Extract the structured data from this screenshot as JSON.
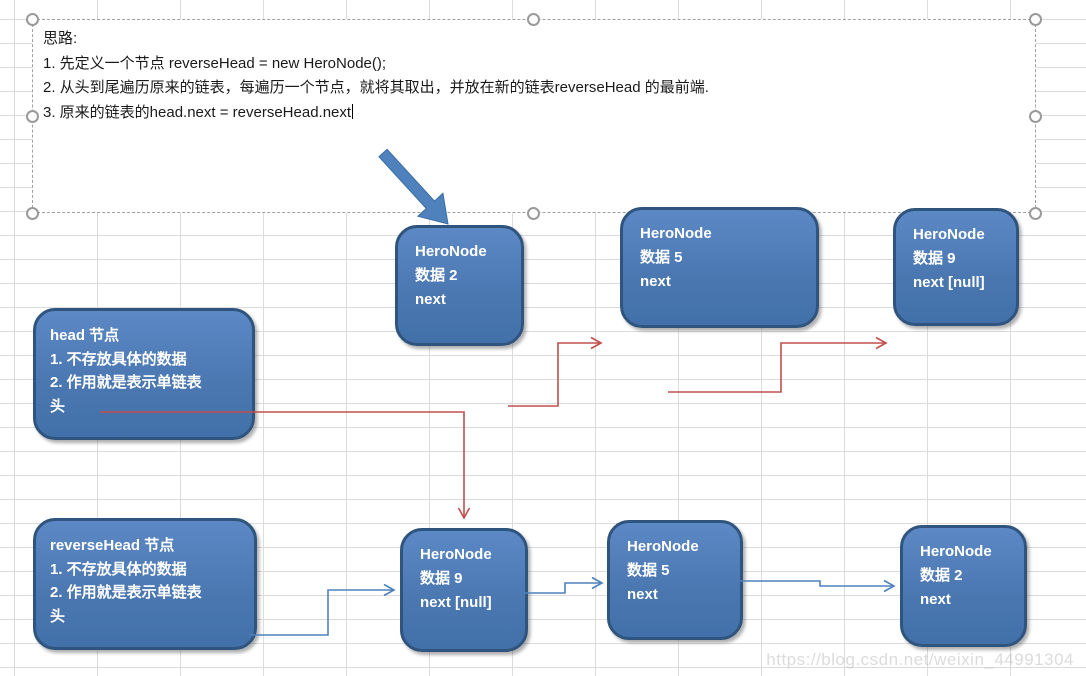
{
  "textbox": {
    "lines": [
      "思路:",
      "1. 先定义一个节点 reverseHead = new HeroNode();",
      "2. 从头到尾遍历原来的链表，每遍历一个节点，就将其取出，并放在新的链表reverseHead 的最前端.",
      "3. 原来的链表的head.next = reverseHead.next"
    ]
  },
  "head_box": {
    "title": "head 节点",
    "line1": "1. 不存放具体的数据",
    "line2": "2. 作用就是表示单链表",
    "line3": "头"
  },
  "reverse_head_box": {
    "title": "reverseHead 节点",
    "line1": "1. 不存放具体的数据",
    "line2": "2. 作用就是表示单链表",
    "line3": "头"
  },
  "original_list": [
    {
      "title": "HeroNode",
      "data": "数据 2",
      "next": "next"
    },
    {
      "title": "HeroNode",
      "data": "数据 5",
      "next": "next"
    },
    {
      "title": "HeroNode",
      "data": "数据 9",
      "next": "next [null]"
    }
  ],
  "reversed_list": [
    {
      "title": "HeroNode",
      "data": "数据 9",
      "next": "next [null]"
    },
    {
      "title": "HeroNode",
      "data": "数据 5",
      "next": "next"
    },
    {
      "title": "HeroNode",
      "data": "数据 2",
      "next": "next"
    }
  ],
  "watermark": "https://blog.csdn.net/weixin_44991304",
  "colors": {
    "node_fill": "#4f81bd",
    "node_border": "#2f547d",
    "red_arrow": "#c0504d",
    "blue_arrow": "#4f81bd",
    "big_arrow": "#4f81bd",
    "grid": "#dcdcdc"
  }
}
